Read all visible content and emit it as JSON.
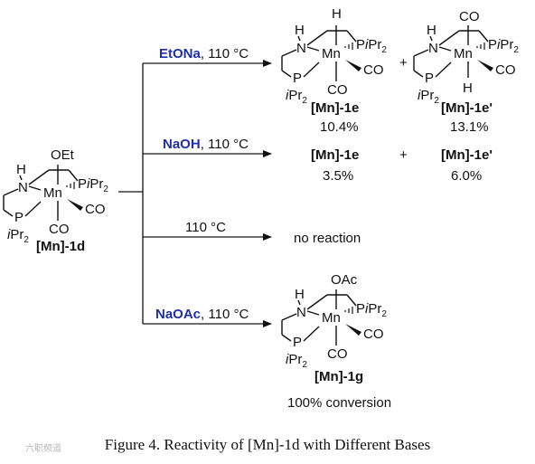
{
  "figure": {
    "caption": "Figure 4. Reactivity of [Mn]-1d with Different Bases",
    "watermark": "六职频道"
  },
  "molecules": {
    "start": {
      "label": "[Mn]-1d",
      "top_ligand": "OEt"
    },
    "e": {
      "label": "[Mn]-1e",
      "top_ligand": "H"
    },
    "e_prime": {
      "label": "[Mn]-1e'",
      "top_ligand": "CO",
      "bottom_ligand": "H"
    },
    "g": {
      "label": "[Mn]-1g",
      "top_ligand": "OAc"
    }
  },
  "atoms": {
    "nh": "H",
    "n": "N",
    "mn": "Mn",
    "p": "P",
    "pipr": "P",
    "ipr_i": "i",
    "ipr_base": "Pr",
    "sub2": "2",
    "co": "CO",
    "h": "H"
  },
  "reactions": [
    {
      "reagent": "EtONa",
      "conditions": ", 110 °C",
      "yield_e": "10.4%",
      "plus": "+",
      "yield_e_prime": "13.1%"
    },
    {
      "reagent": "NaOH",
      "conditions": ", 110 °C",
      "product_e": "[Mn]-1e",
      "plus": "+",
      "product_e_prime": "[Mn]-1e'",
      "yield_e": "3.5%",
      "yield_e_prime": "6.0%"
    },
    {
      "conditions": "110 °C",
      "result": "no reaction"
    },
    {
      "reagent": "NaOAc",
      "conditions": ", 110 °C",
      "result": "100% conversion"
    }
  ]
}
